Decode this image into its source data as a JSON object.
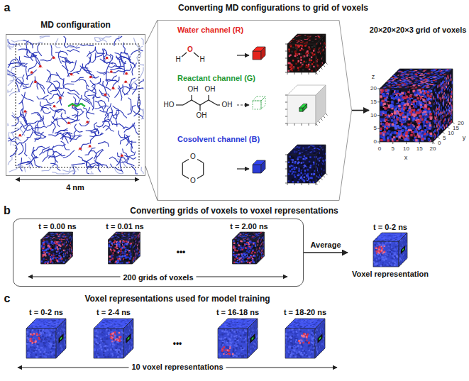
{
  "diagram": {
    "nodes": [
      {
        "text": [
          "MD configuration"
        ]
      },
      {
        "text": [
          "Water channel (R)",
          "Reactant channel (G)",
          "Cosolvent channel (B)"
        ]
      },
      {
        "text": [
          "20×20×20×3 grid of voxels"
        ]
      },
      {
        "text": [
          "200 grids of voxels"
        ]
      },
      {
        "text": [
          "t = 0.00 ns"
        ],
        "in": 3
      },
      {
        "text": [
          "t = 0.01 ns"
        ],
        "in": 3
      },
      {
        "text": [
          "t = 2.00 ns"
        ],
        "in": 3
      },
      {
        "text": [
          "t = 0-2 ns",
          "Voxel representation"
        ]
      },
      {
        "text": [
          "t = 0-2 ns"
        ]
      },
      {
        "text": [
          "t = 2-4 ns"
        ]
      },
      {
        "text": [
          "t = 16-18 ns"
        ]
      },
      {
        "text": [
          "t = 18-20 ns"
        ]
      }
    ],
    "edges": [
      {
        "from": 0,
        "to": 1,
        "arrow": "none"
      },
      {
        "from": 1,
        "to": 2,
        "arrow": "to"
      },
      {
        "from": 3,
        "to": 7,
        "label": "Average",
        "arrow": "to"
      }
    ],
    "labels": [
      "a",
      "Converting MD configurations to grid of voxels",
      "4 nm",
      "H",
      "O",
      "H",
      "HO",
      "OH",
      "OH",
      "OH",
      "OH",
      "O",
      "O",
      "20",
      "15",
      "10",
      "5",
      "0",
      "z",
      "0",
      "5",
      "10",
      "15",
      "20",
      "x",
      "0",
      "5",
      "10",
      "15",
      "20",
      "y",
      "b",
      "Converting grids of voxels to voxel representations",
      "•••",
      "c",
      "Voxel representations used for model training",
      "•••",
      "10 voxel representations"
    ]
  }
}
